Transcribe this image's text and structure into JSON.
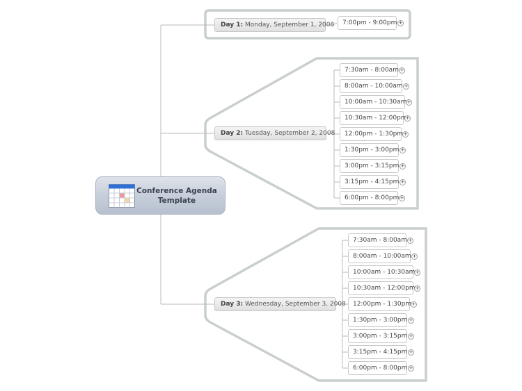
{
  "central": {
    "title": "Conference Agenda Template",
    "icon": "calendar-icon"
  },
  "days": [
    {
      "label": "Day 1:",
      "date": "Monday, September 1, 2008",
      "slots": [
        "7:00pm - 9:00pm"
      ]
    },
    {
      "label": "Day 2:",
      "date": "Tuesday, September 2, 2008",
      "slots": [
        "7:30am - 8:00am",
        "8:00am - 10:00am",
        "10:00am - 10:30am",
        "10:30am - 12:00pm",
        "12:00pm - 1:30pm",
        "1:30pm - 3:00pm",
        "3:00pm - 3:15pm",
        "3:15pm - 4:15pm",
        "6:00pm - 8:00pm"
      ]
    },
    {
      "label": "Day 3:",
      "date": "Wednesday, September 3, 2008",
      "slots": [
        "7:30am - 8:00am",
        "8:00am - 10:00am",
        "10:00am - 10:30am",
        "10:30am - 12:00pm",
        "12:00pm - 1:30pm",
        "1:30pm - 3:00pm",
        "3:00pm - 3:15pm",
        "3:15pm - 4:15pm",
        "6:00pm - 8:00pm"
      ]
    }
  ],
  "colors": {
    "boundary": "#c9cfcc",
    "connector": "#b9b9b9",
    "central_fill": "#c9d0dc"
  }
}
